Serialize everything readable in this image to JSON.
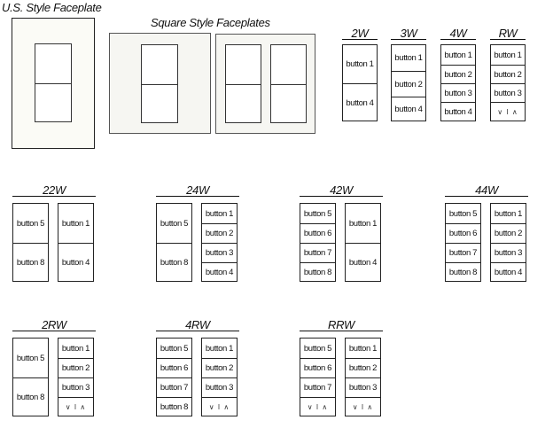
{
  "labels": {
    "us_style": "U.S. Style Faceplate",
    "square_style": "Square Style Faceplates"
  },
  "button_labels": {
    "b1": "button 1",
    "b2": "button 2",
    "b3": "button 3",
    "b4": "button 4",
    "b5": "button 5",
    "b6": "button 6",
    "b7": "button 7",
    "b8": "button 8"
  },
  "rocker_symbol": "∨ I ∧",
  "configs": {
    "c2w": "2W",
    "c3w": "3W",
    "c4w": "4W",
    "crw": "RW",
    "c22w": "22W",
    "c24w": "24W",
    "c42w": "42W",
    "c44w": "44W",
    "c2rw": "2RW",
    "c4rw": "4RW",
    "crrw": "RRW"
  }
}
